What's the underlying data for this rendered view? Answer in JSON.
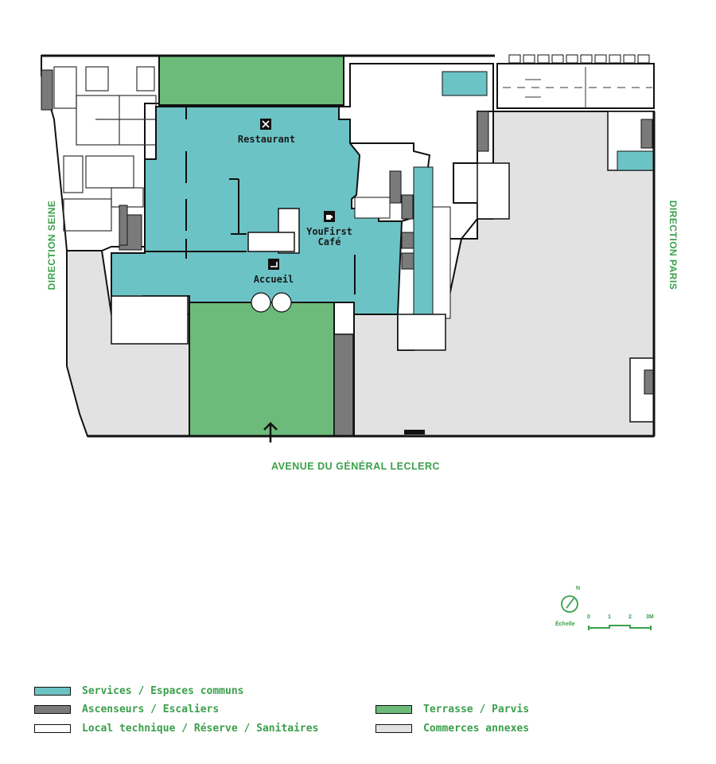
{
  "map": {
    "directions": {
      "west": "DIRECTION SEINE",
      "east": "DIRECTION PARIS",
      "south": "AVENUE DU GÉNÉRAL LECLERC"
    },
    "rooms": {
      "restaurant": "Restaurant",
      "cafe_line1": "YouFirst",
      "cafe_line2": "Café",
      "reception": "Accueil"
    },
    "north_marker": "N",
    "scale": {
      "caption": "Échelle",
      "ticks": [
        "0",
        "1",
        "2",
        "3M"
      ]
    }
  },
  "colors": {
    "services": "#6cc3c6",
    "elevators": "#7a7a7a",
    "technical": "#ffffff",
    "terrace": "#6dbb7a",
    "commerce": "#e2e2e2",
    "accent_green": "#3aa04a",
    "wall": "#111111"
  },
  "legend": [
    {
      "label": "Services / Espaces communs",
      "color": "#6cc3c6"
    },
    {
      "label": "Ascenseurs / Escaliers",
      "color": "#7a7a7a"
    },
    {
      "label": "Local technique / Réserve / Sanitaires",
      "color": "#ffffff"
    },
    {
      "label": "Terrasse / Parvis",
      "color": "#6dbb7a"
    },
    {
      "label": "Commerces annexes",
      "color": "#e2e2e2"
    }
  ]
}
